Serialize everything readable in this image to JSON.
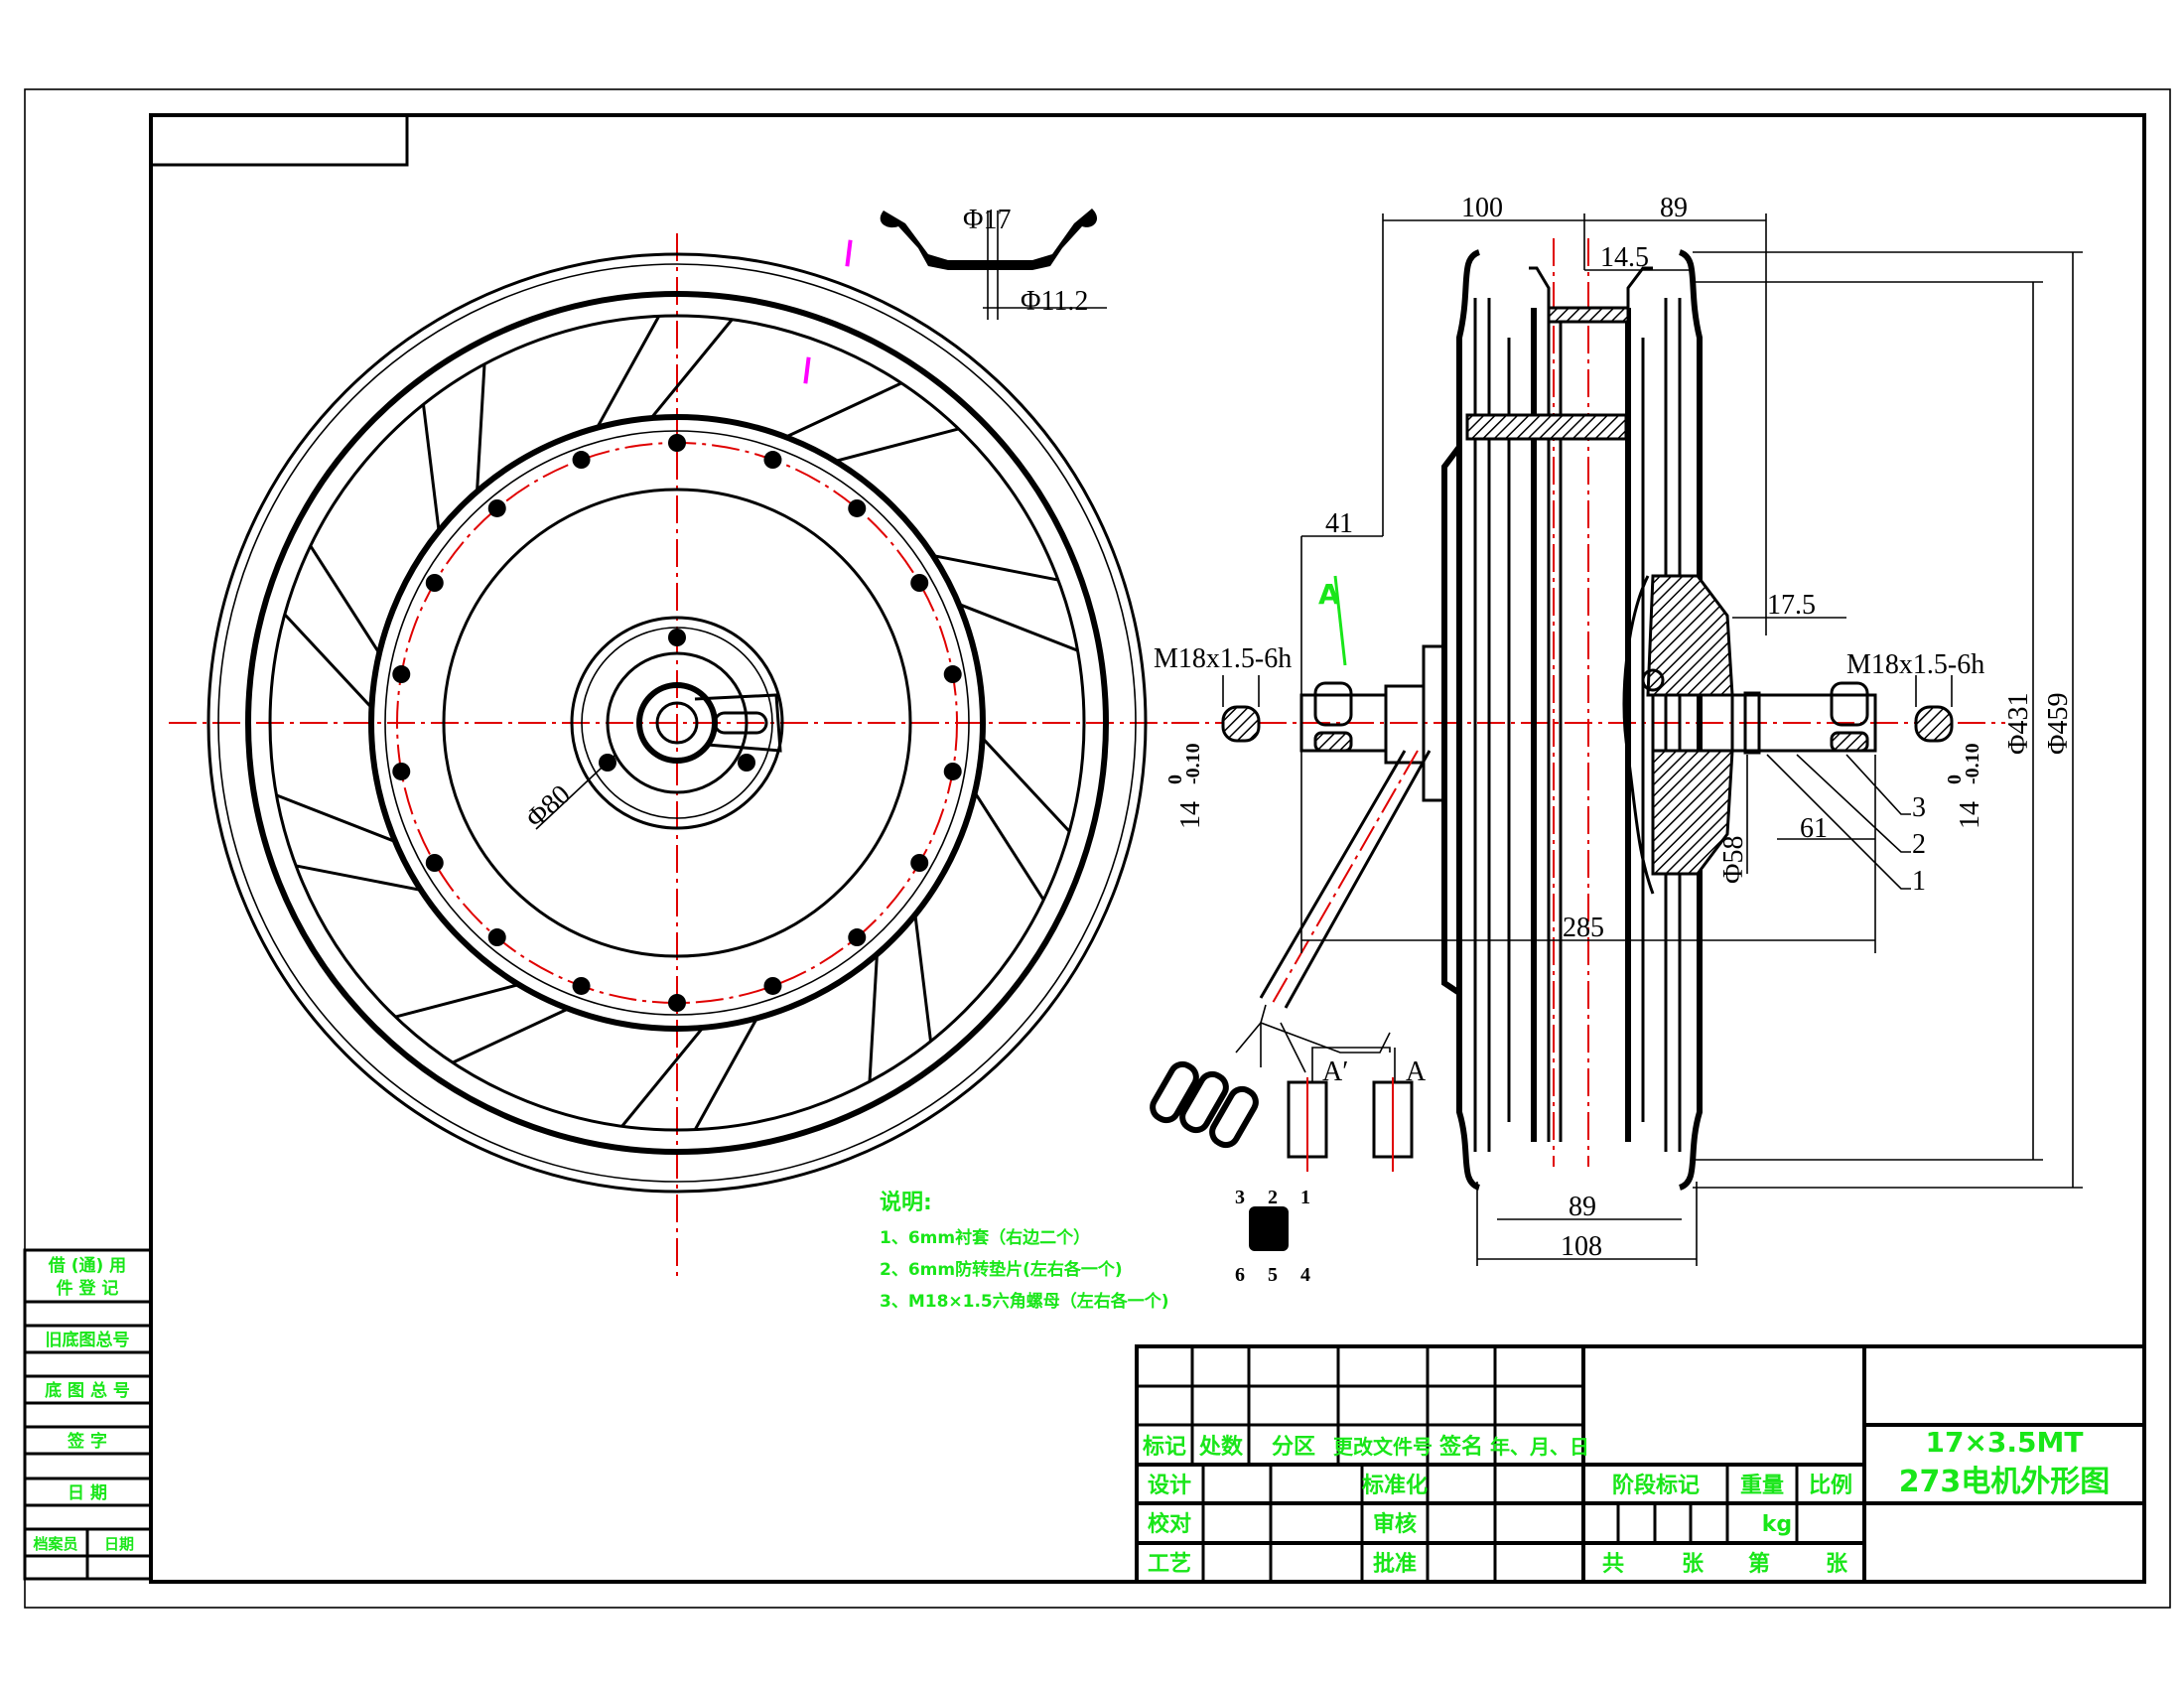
{
  "drawing": {
    "title_line1": "17×3.5MT",
    "title_line2": "273电机外形图",
    "weight_unit": "kg",
    "colors": {
      "line": "#000000",
      "centerline": "#e00000",
      "annotation": "#19e619",
      "marker": "#ff00ff"
    }
  },
  "dimensions": {
    "width_left": "100",
    "width_right": "89",
    "rim_offset": "14.5",
    "axle_left": "41",
    "hub_offset": "17.5",
    "thread_left": "M18x1.5-6h",
    "thread_right": "M18x1.5-6h",
    "dia_431": "Φ431",
    "dia_459": "Φ459",
    "dia_58": "Φ58",
    "axle_right": "61",
    "overall": "285",
    "rim_inner": "89",
    "rim_outer": "108",
    "profile_dia_17": "Φ17",
    "profile_dia_11": "Φ11.2",
    "hub_dia_80": "Φ80",
    "flat_nominal": "14",
    "flat_upper": "0",
    "flat_lower": "-0.10",
    "view_arrow": "A",
    "view_a_prime": "A′",
    "view_a": "A",
    "leaders": [
      "1",
      "2",
      "3"
    ],
    "connector_pins": [
      "1",
      "2",
      "3",
      "4",
      "5",
      "6"
    ]
  },
  "notes": {
    "heading": "说明:",
    "items": [
      "1、6mm衬套（右边二个）",
      "2、6mm防转垫片(左右各一个)",
      "3、M18×1.5六角螺母（左右各一个)"
    ]
  },
  "side_table": {
    "rows": [
      "借 (通) 用",
      "件 登 记",
      "旧底图总号",
      "底 图 总 号",
      "签    字",
      "日    期"
    ],
    "archivist": "档案员",
    "date": "日期"
  },
  "title_block": {
    "header": [
      "标记",
      "处数",
      "分区",
      "更改文件号",
      "签名",
      "年、月、日"
    ],
    "design": "设计",
    "standardize": "标准化",
    "proofread": "校对",
    "review": "审核",
    "process": "工艺",
    "approve": "批准",
    "stage_mark": "阶段标记",
    "weight": "重量",
    "scale": "比例",
    "total": "共",
    "sheets1": "张",
    "sheet_no": "第",
    "sheets2": "张"
  }
}
